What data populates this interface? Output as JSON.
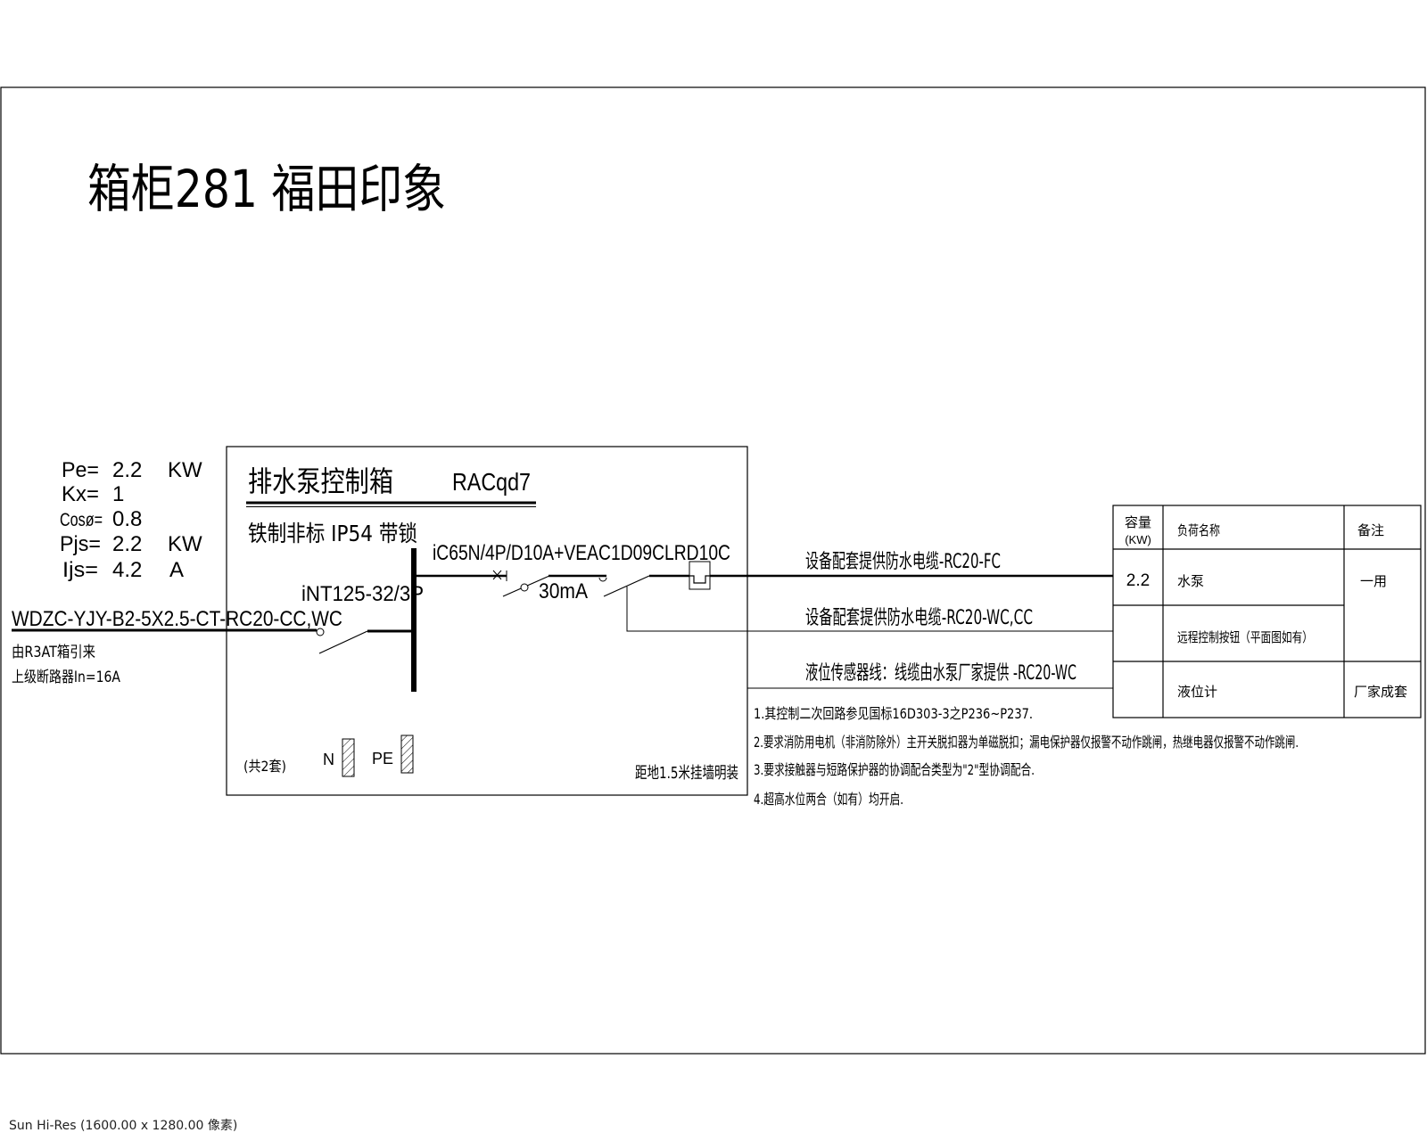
{
  "title": "箱柜281 福田印象",
  "params": [
    {
      "label": "Pe=",
      "value": "2.2",
      "unit": "KW"
    },
    {
      "label": "Kx=",
      "value": "1",
      "unit": ""
    },
    {
      "label": "Cosø=",
      "value": "0.8",
      "unit": ""
    },
    {
      "label": "Pjs=",
      "value": "2.2",
      "unit": "KW"
    },
    {
      "label": "Ijs=",
      "value": "4.2",
      "unit": "A"
    }
  ],
  "incoming": {
    "cable": "WDZC-YJY-B2-5X2.5-CT-RC20-CC,WC",
    "source": "由R3AT箱引来",
    "upstream_breaker": "上级断路器In=16A"
  },
  "box": {
    "name": "排水泵控制箱",
    "code": "RACqd7",
    "spec": "铁制非标 IP54 带锁",
    "main_breaker": "iNT125-32/3P",
    "branch_devices": "iC65N/4P/D10A+VEAC1D09CLRD10C",
    "rcd": "30mA",
    "quantity": "(共2套)",
    "n_label": "N",
    "pe_label": "PE",
    "mounting": "距地1.5米挂墙明装"
  },
  "circuits": [
    "设备配套提供防水电缆-RC20-FC",
    "设备配套提供防水电缆-RC20-WC,CC",
    "液位传感器线：线缆由水泵厂家提供 -RC20-WC"
  ],
  "table": {
    "headers": {
      "capacity": "容量",
      "capacity_unit": "(KW)",
      "load": "负荷名称",
      "remark": "备注"
    },
    "rows": [
      {
        "capacity": "2.2",
        "load": "水泵",
        "remark": "一用"
      },
      {
        "capacity": "",
        "load": "远程控制按钮（平面图如有）",
        "remark": ""
      },
      {
        "capacity": "",
        "load": "液位计",
        "remark": "厂家成套"
      }
    ]
  },
  "notes": [
    "1.其控制二次回路参见国标16D303-3之P236~P237.",
    "2.要求消防用电机（非消防除外）主开关脱扣器为单磁脱扣；漏电保护器仅报警不动作跳闸，热继电器仅报警不动作跳闸.",
    "3.要求接触器与短路保护器的协调配合类型为\"2\"型协调配合.",
    "4.超高水位两合（如有）均开启."
  ],
  "footer": "Sun Hi-Res (1600.00 x 1280.00 像素)"
}
